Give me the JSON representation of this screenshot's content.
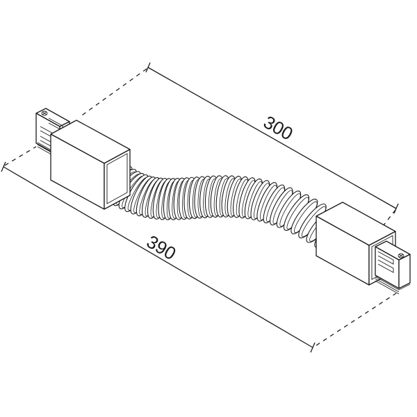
{
  "drawing": {
    "subject": "flexible track connector",
    "view": "isometric line drawing",
    "colors": {
      "line": "#1a1a1a",
      "background": "#ffffff"
    },
    "dimensions": {
      "inner_length": {
        "value": "300",
        "unit": "mm",
        "meaning": "distance between connector housings"
      },
      "overall_length": {
        "value": "390",
        "unit": "mm",
        "meaning": "total length end to end"
      }
    },
    "parts": [
      {
        "id": "left-track-adapter",
        "label": "track adapter"
      },
      {
        "id": "left-housing",
        "label": "connector housing"
      },
      {
        "id": "flex-hose",
        "label": "flexible corrugated hose"
      },
      {
        "id": "right-housing",
        "label": "connector housing"
      },
      {
        "id": "right-track-adapter",
        "label": "track adapter"
      }
    ]
  }
}
